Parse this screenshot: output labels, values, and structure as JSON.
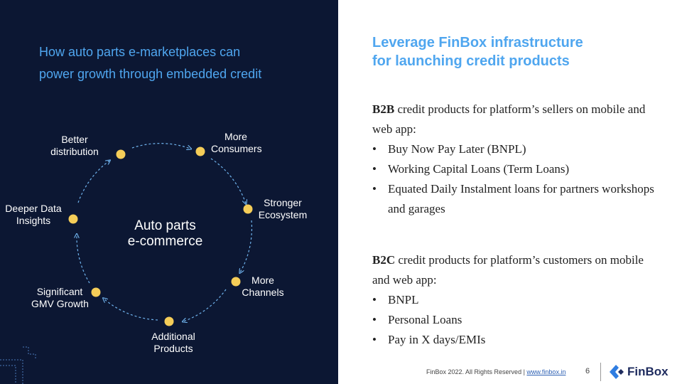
{
  "slide": {
    "left_title_line1": "How auto parts e-marketplaces can",
    "left_title_line2": "power growth through embedded credit",
    "center_label_line1": "Auto parts",
    "center_label_line2": "e-commerce",
    "cycle_nodes": [
      {
        "line1": "More",
        "line2": "Consumers"
      },
      {
        "line1": "Stronger",
        "line2": "Ecosystem"
      },
      {
        "line1": "More",
        "line2": "Channels"
      },
      {
        "line1": "Additional",
        "line2": "Products"
      },
      {
        "line1": "Significant",
        "line2": "GMV Growth"
      },
      {
        "line1": "Deeper Data",
        "line2": "Insights"
      },
      {
        "line1": "Better",
        "line2": "distribution"
      }
    ],
    "right_title_line1": "Leverage FinBox infrastructure",
    "right_title_line2": "for launching credit products",
    "b2b": {
      "label": "B2B",
      "intro": " credit products for platform’s sellers on mobile and web app:",
      "items": [
        "Buy Now Pay Later (BNPL)",
        "Working Capital Loans (Term Loans)",
        "Equated Daily Instalment loans for partners workshops and garages"
      ]
    },
    "b2c": {
      "label": "B2C",
      "intro": " credit products for platform’s customers on mobile and web app:",
      "items": [
        "BNPL",
        "Personal Loans",
        "Pay in X days/EMIs"
      ]
    },
    "bullet_char": "•"
  },
  "footer": {
    "copyright": "FinBox 2022. All Rights Reserved | ",
    "link": "www.finbox.in",
    "page_number": "6",
    "brand": "FinBox"
  },
  "colors": {
    "dark_panel": "#0c1733",
    "accent_blue": "#4fa6ef",
    "node_dot": "#f5cd58",
    "brand_navy": "#1e2b5e"
  }
}
